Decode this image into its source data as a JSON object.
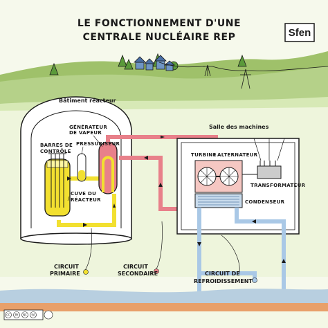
{
  "title": {
    "line1": "LE FONCTIONNEMENT D'UNE",
    "line2": "CENTRALE NUCLÉAIRE REP"
  },
  "logo": "Sfen",
  "reactor_building": {
    "label": "Bâtiment réacteur",
    "steam_generator_l1": "GÉNÉRATEUR",
    "steam_generator_l2": "DE VAPEUR",
    "pressurizer": "PRESSURISEUR",
    "control_rods_l1": "BARRES DE",
    "control_rods_l2": "CONTRÔLE",
    "vessel_l1": "CUVE DU",
    "vessel_l2": "RÉACTEUR"
  },
  "machine_hall": {
    "label": "Salle des machines",
    "turbine": "TURBINE",
    "alternator": "ALTERNATEUR",
    "transformer": "TRANSFORMATEUR",
    "condenser": "CONDENSEUR"
  },
  "legend": {
    "primary_l1": "CIRCUIT",
    "primary_l2": "PRIMAIRE",
    "secondary_l1": "CIRCUIT",
    "secondary_l2": "SECONDAIRE",
    "cooling_l1": "CIRCUIT DE",
    "cooling_l2": "REFROIDISSEMENT"
  },
  "colors": {
    "primary": "#f2e030",
    "secondary": "#e8808a",
    "cooling": "#a9c8e6",
    "grass": "#a9c67a",
    "water": "#b8cfe0",
    "ground": "#e8a06a"
  },
  "license": {
    "cc": "CC",
    "by": "BY",
    "nc": "NC",
    "sa": "SA"
  }
}
